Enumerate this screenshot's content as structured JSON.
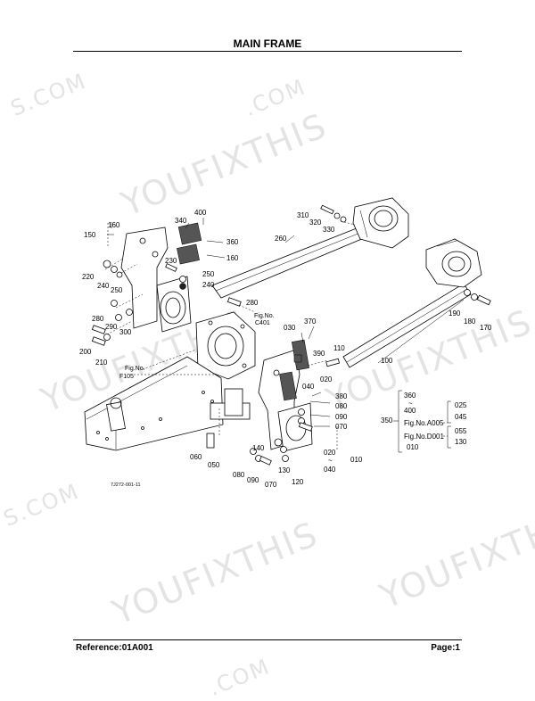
{
  "header": {
    "title": "MAIN FRAME"
  },
  "footer": {
    "reference": "Reference:01A001",
    "page": "Page:1"
  },
  "watermark": {
    "text": "YOUFIXTHIS",
    "text_com": "S.COM",
    "text_com2": ".COM",
    "color": "#e4e4e4"
  },
  "diagram": {
    "drawing_number": "7J272-001-11",
    "callouts": {
      "c010": "010",
      "c020a": "020",
      "c020b": "020",
      "c020c": "040",
      "c030": "030",
      "c040": "040",
      "c050": "050",
      "c060": "060",
      "c070a": "070",
      "c070b": "070",
      "c080a": "080",
      "c080b": "080",
      "c090a": "090",
      "c090b": "090",
      "c100": "100",
      "c110": "110",
      "c120": "120",
      "c130": "130",
      "c140": "140",
      "c150": "150",
      "c160a": "160",
      "c160b": "160",
      "c170": "170",
      "c180": "180",
      "c190": "190",
      "c200": "200",
      "c210": "210",
      "c220": "220",
      "c230": "230",
      "c240a": "240",
      "c240b": "240",
      "c250a": "250",
      "c250b": "250",
      "c260": "260",
      "c280a": "280",
      "c280b": "280",
      "c290": "290",
      "c300": "300",
      "c310": "310",
      "c320": "320",
      "c330": "330",
      "c340": "340",
      "c350": "350",
      "c360": "360",
      "c370": "370",
      "c380": "380",
      "c390": "390",
      "c400": "400",
      "tilde": "~"
    },
    "fig_refs": {
      "f105_a": "Fig.No.",
      "f105_b": "F105",
      "c401_a": "Fig.No.",
      "c401_b": "C401"
    },
    "legend": {
      "num_350": "350",
      "range_from": "360",
      "range_to": "400",
      "fig_a005": "Fig.No.A005",
      "fig_d001": "Fig.No.D001",
      "item_010": "010",
      "right_025": "025",
      "right_045": "045",
      "right_055": "055",
      "right_130": "130"
    }
  }
}
